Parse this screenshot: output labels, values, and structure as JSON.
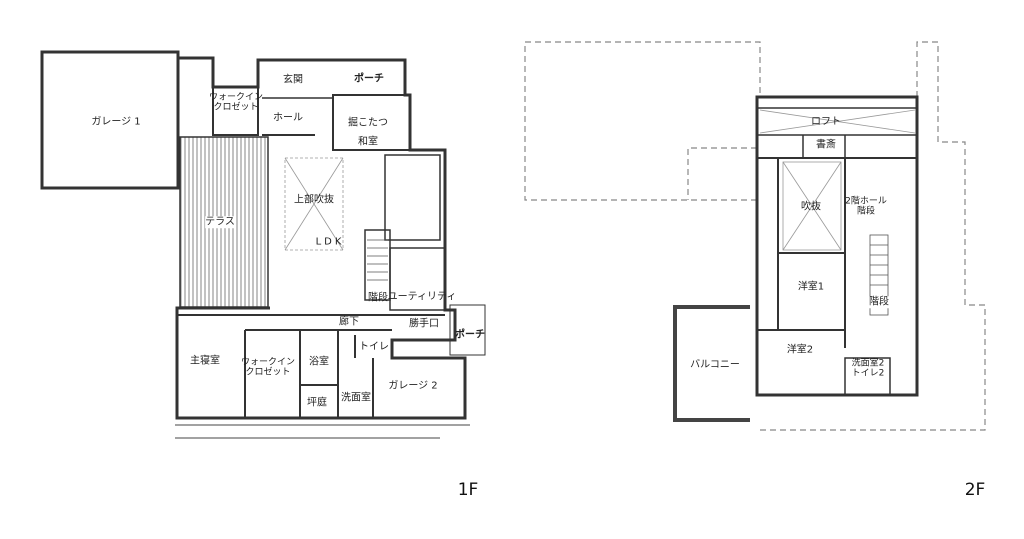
{
  "floor1": {
    "label": "1F",
    "rooms": {
      "garage1": "ガレージ 1",
      "terrace": "テラス",
      "walkin_top_1": "ウォークイン",
      "walkin_top_2": "クロゼット",
      "entrance": "玄関",
      "hall": "ホール",
      "porch_top": "ポーチ",
      "kotatsu": "掘こたつ",
      "washitsu": "和室",
      "void": "上部吹抜",
      "ldk": "LDK",
      "stairs": "階段",
      "utility": "ユーティリティ",
      "corridor": "廊下",
      "back_door": "勝手口",
      "porch_right": "ポーチ",
      "master_bedroom": "主寝室",
      "walkin_bottom_1": "ウォークイン",
      "walkin_bottom_2": "クロゼット",
      "bathroom": "浴室",
      "toilet": "トイレ",
      "courtyard": "坪庭",
      "washroom": "洗面室",
      "garage2": "ガレージ 2"
    }
  },
  "floor2": {
    "label": "2F",
    "rooms": {
      "loft": "ロフト",
      "study": "書斎",
      "void": "吹抜",
      "hall_1": "2階ホール",
      "hall_2": "階段",
      "western1": "洋室1",
      "stairs": "階段",
      "western2": "洋室2",
      "washroom2": "洗面室2",
      "toilet2": "トイレ2",
      "balcony": "バルコニー"
    }
  }
}
